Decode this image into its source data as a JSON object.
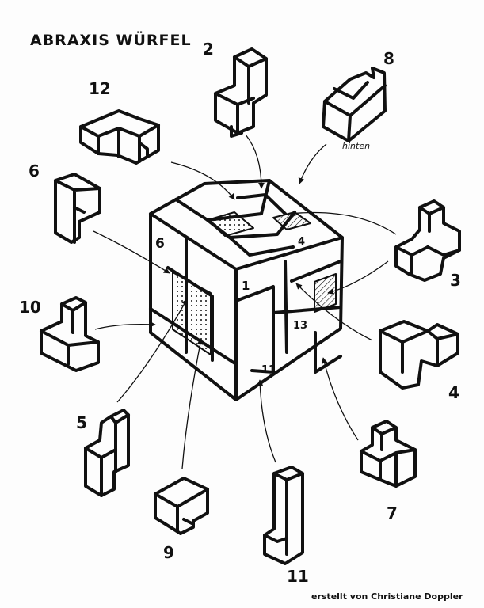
{
  "title": "ABRAXIS WÜRFEL",
  "credit": "erstellt von Christiane Doppler",
  "note_hinten": "hinten",
  "pieces": {
    "p2": "2",
    "p8": "8",
    "p12": "12",
    "p6": "6",
    "p3": "3",
    "p10": "10",
    "p4": "4",
    "p5": "5",
    "p7": "7",
    "p9": "9",
    "p11": "11"
  },
  "cube_labels": {
    "c6": "6",
    "c4": "4",
    "c1": "1",
    "c13": "13",
    "c11": "11"
  }
}
